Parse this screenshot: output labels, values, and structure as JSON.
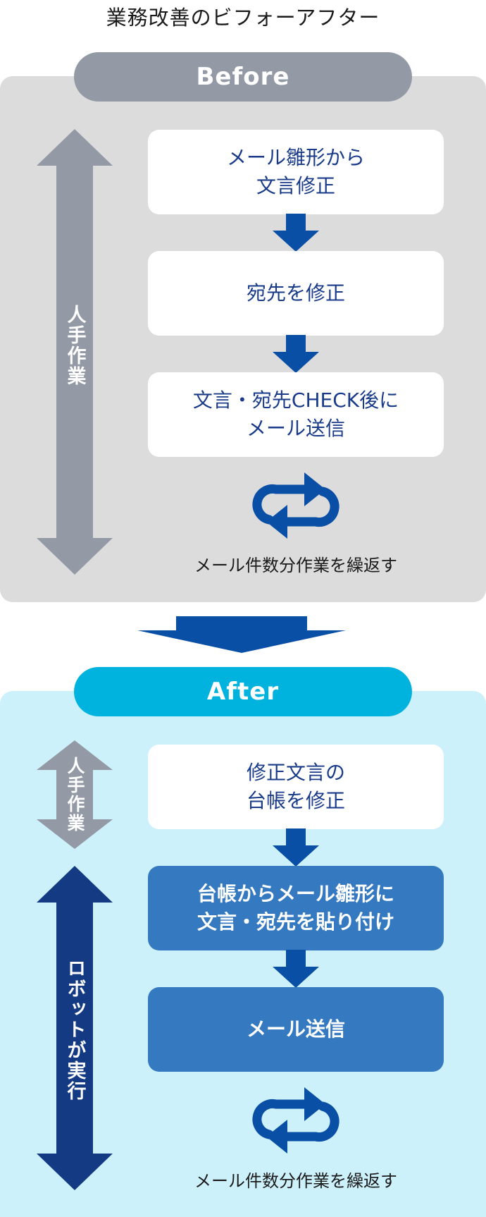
{
  "title": "業務改善のビフォーアフター",
  "before": {
    "label": "Before",
    "side_label": "人手作業",
    "steps": [
      "メール雛形から\n文言修正",
      "宛先を修正",
      "文言・宛先CHECK後に\nメール送信"
    ],
    "repeat_text": "メール件数分作業を繰返す"
  },
  "after": {
    "label": "After",
    "manual_label": "人手作業",
    "robot_label": "ロボットが実行",
    "steps": [
      "修正文言の\n台帳を修正",
      "台帳からメール雛形に\n文言・宛先を貼り付け",
      "メール送信"
    ],
    "repeat_text": "メール件数分作業を繰返す"
  },
  "colors": {
    "before_pill": "#939aa6",
    "after_pill": "#00b3df",
    "manual_arrow": "#939aa6",
    "robot_arrow": "#143a84",
    "flow_arrow": "#0a4fa6",
    "robot_box": "#3579c1"
  }
}
